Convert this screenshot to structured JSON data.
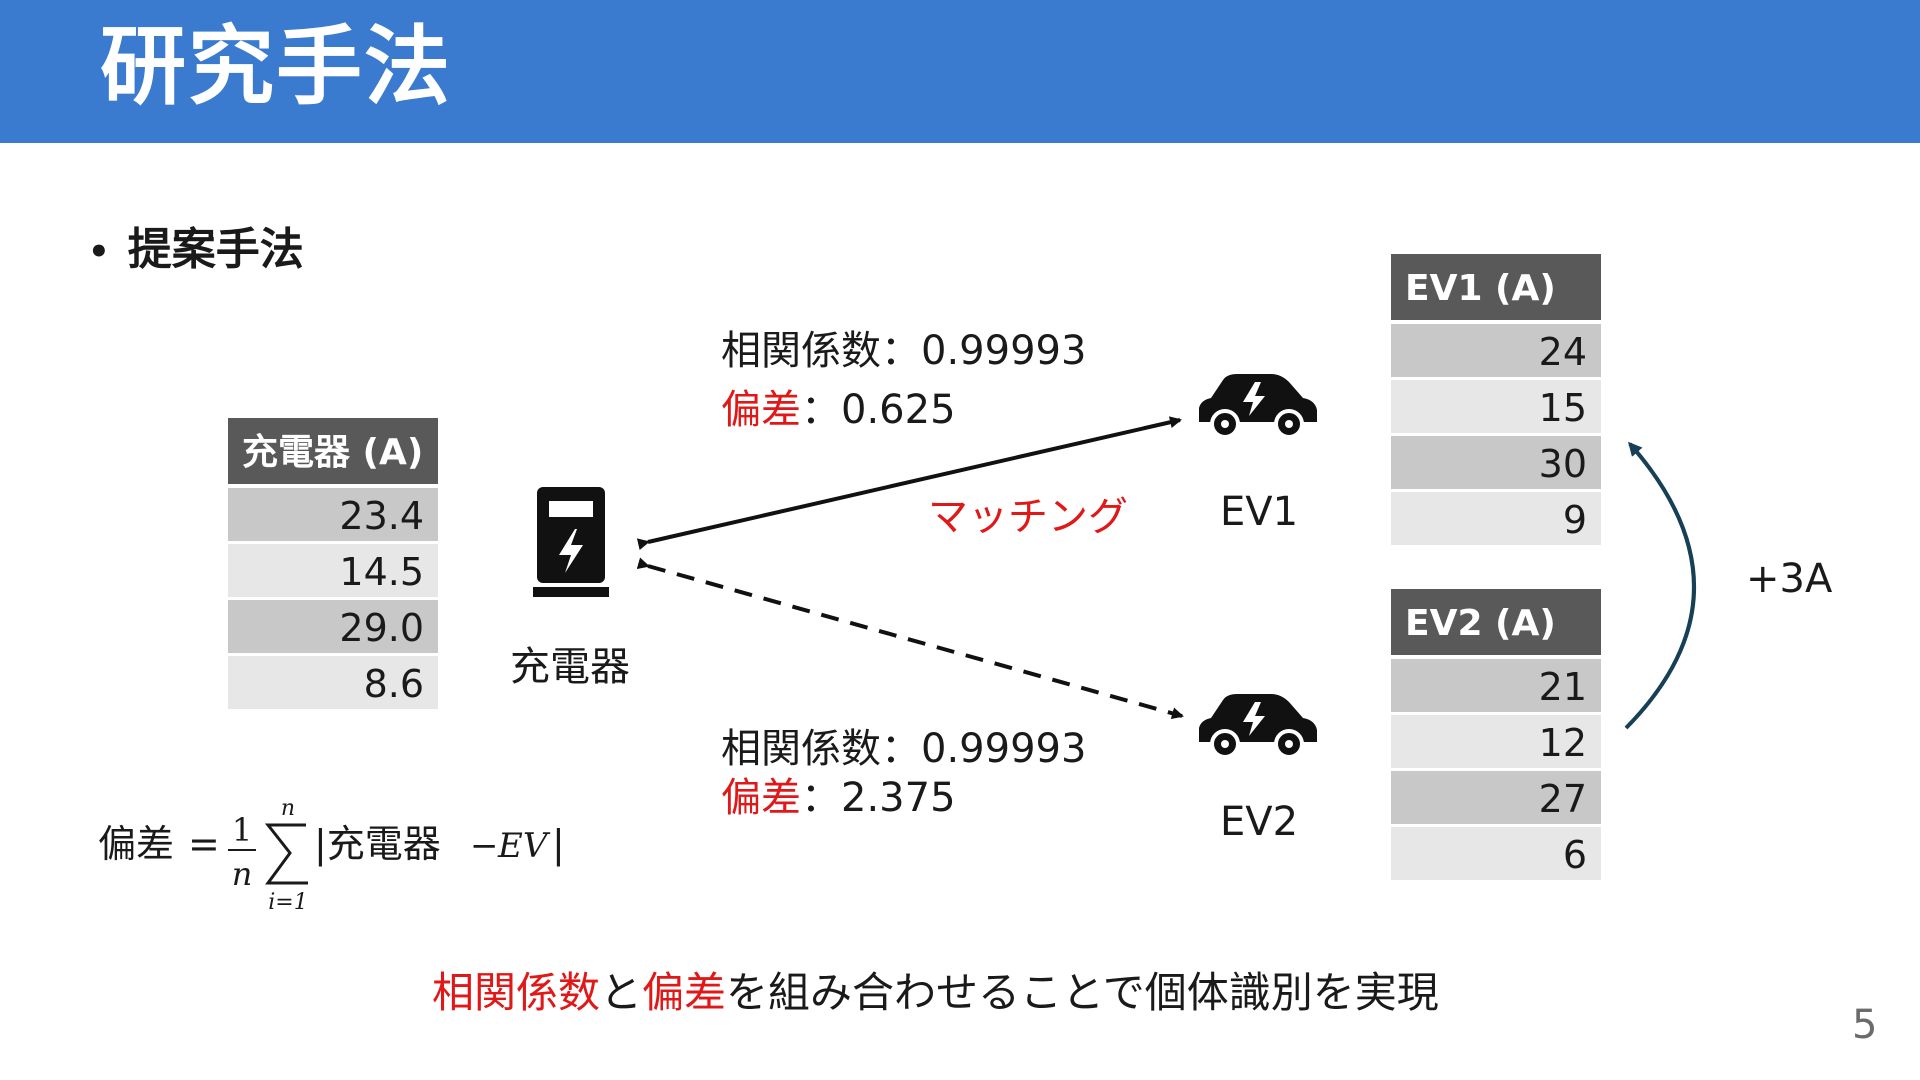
{
  "slide": {
    "title": "研究手法",
    "bullet": "提案手法",
    "page_number": "5"
  },
  "charger": {
    "table_header": "充電器 (A)",
    "values": [
      "23.4",
      "14.5",
      "29.0",
      "8.6"
    ],
    "label": "充電器"
  },
  "ev1": {
    "table_header": "EV1 (A)",
    "values": [
      "24",
      "15",
      "30",
      "9"
    ],
    "label": "EV1",
    "corr_label": "相関係数",
    "corr_sep": "：",
    "corr_value": "0.99993",
    "dev_label": "偏差",
    "dev_sep": "：",
    "dev_value": "0.625"
  },
  "ev2": {
    "table_header": "EV2 (A)",
    "values": [
      "21",
      "12",
      "27",
      "6"
    ],
    "label": "EV2",
    "corr_label": "相関係数",
    "corr_sep": "：",
    "corr_value": "0.99993",
    "dev_label": "偏差",
    "dev_sep": "：",
    "dev_value": "2.375"
  },
  "matching_label": "マッチング",
  "offset_label": "+3A",
  "formula": {
    "lhs": "偏差",
    "equals": "=",
    "numerator": "1",
    "denominator": "n",
    "sum_upper": "n",
    "sum_lower": "i=1",
    "body_open": "|充電器",
    "minus": "−",
    "body_var": "EV",
    "body_close": "|"
  },
  "conclusion": {
    "part1": "相関係数",
    "part2": "と",
    "part3": "偏差",
    "part4": "を組み合わせることで個体識別を実現"
  },
  "colors": {
    "title_bar": "#3a7bd0",
    "highlight_red": "#e01818",
    "table_header": "#595959",
    "arrow_curve": "#173f56"
  }
}
